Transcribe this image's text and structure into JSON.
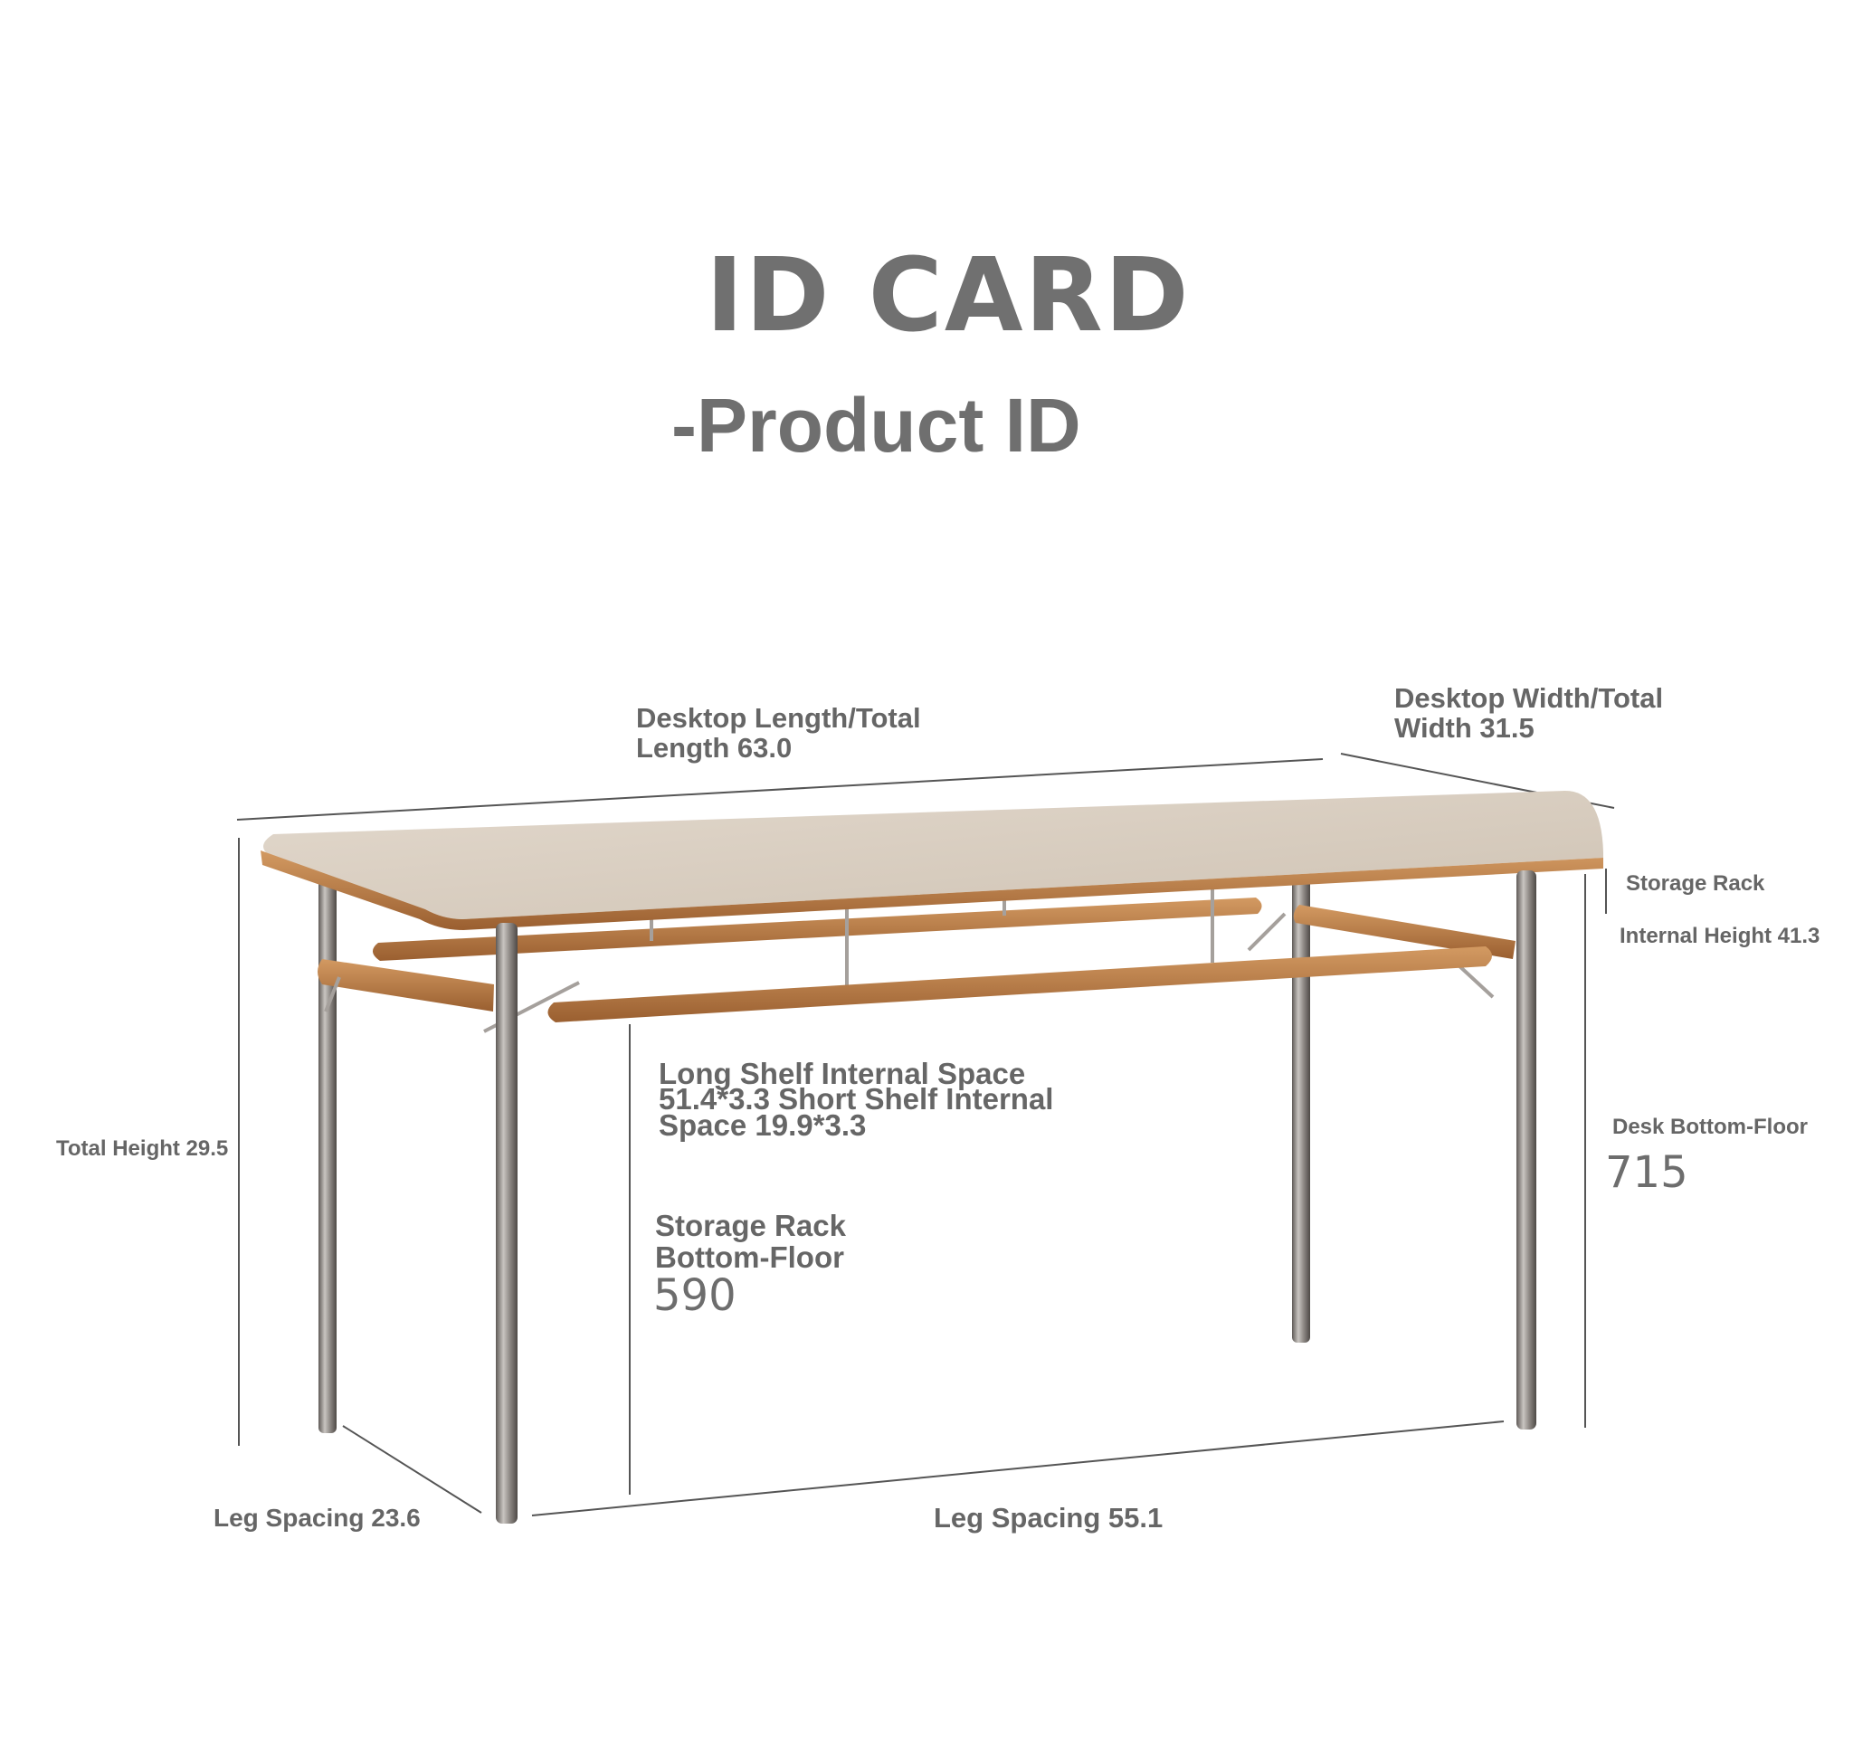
{
  "header": {
    "title": "ID CARD",
    "subtitle": "-Product ID"
  },
  "dimensions": {
    "desktop_length": {
      "line1": "Desktop Length/Total",
      "line2": "Length 63.0"
    },
    "desktop_width": {
      "line1": "Desktop Width/Total",
      "line2": "Width 31.5"
    },
    "storage_rack": {
      "line1": "Storage Rack",
      "line2": "Internal Height 41.3"
    },
    "total_height": "Total Height 29.5",
    "shelf_space": {
      "line1": "Long Shelf Internal Space",
      "line2": "51.4*3.3 Short Shelf Internal",
      "line3": "Space 19.9*3.3"
    },
    "rack_bottom": {
      "line1": "Storage Rack",
      "line2": "Bottom-Floor",
      "value": "590"
    },
    "desk_bottom": {
      "line1": "Desk Bottom-Floor",
      "value": "715"
    },
    "leg_spacing_short": "Leg Spacing 23.6",
    "leg_spacing_long": "Leg Spacing 55.1"
  },
  "colors": {
    "text": "#666666",
    "tabletop": "#d8cdbf",
    "wood_edge": "#b87a45",
    "metal": "#8b8785",
    "dimension_line": "#555555"
  },
  "icons": {
    "table": "desk-illustration"
  }
}
